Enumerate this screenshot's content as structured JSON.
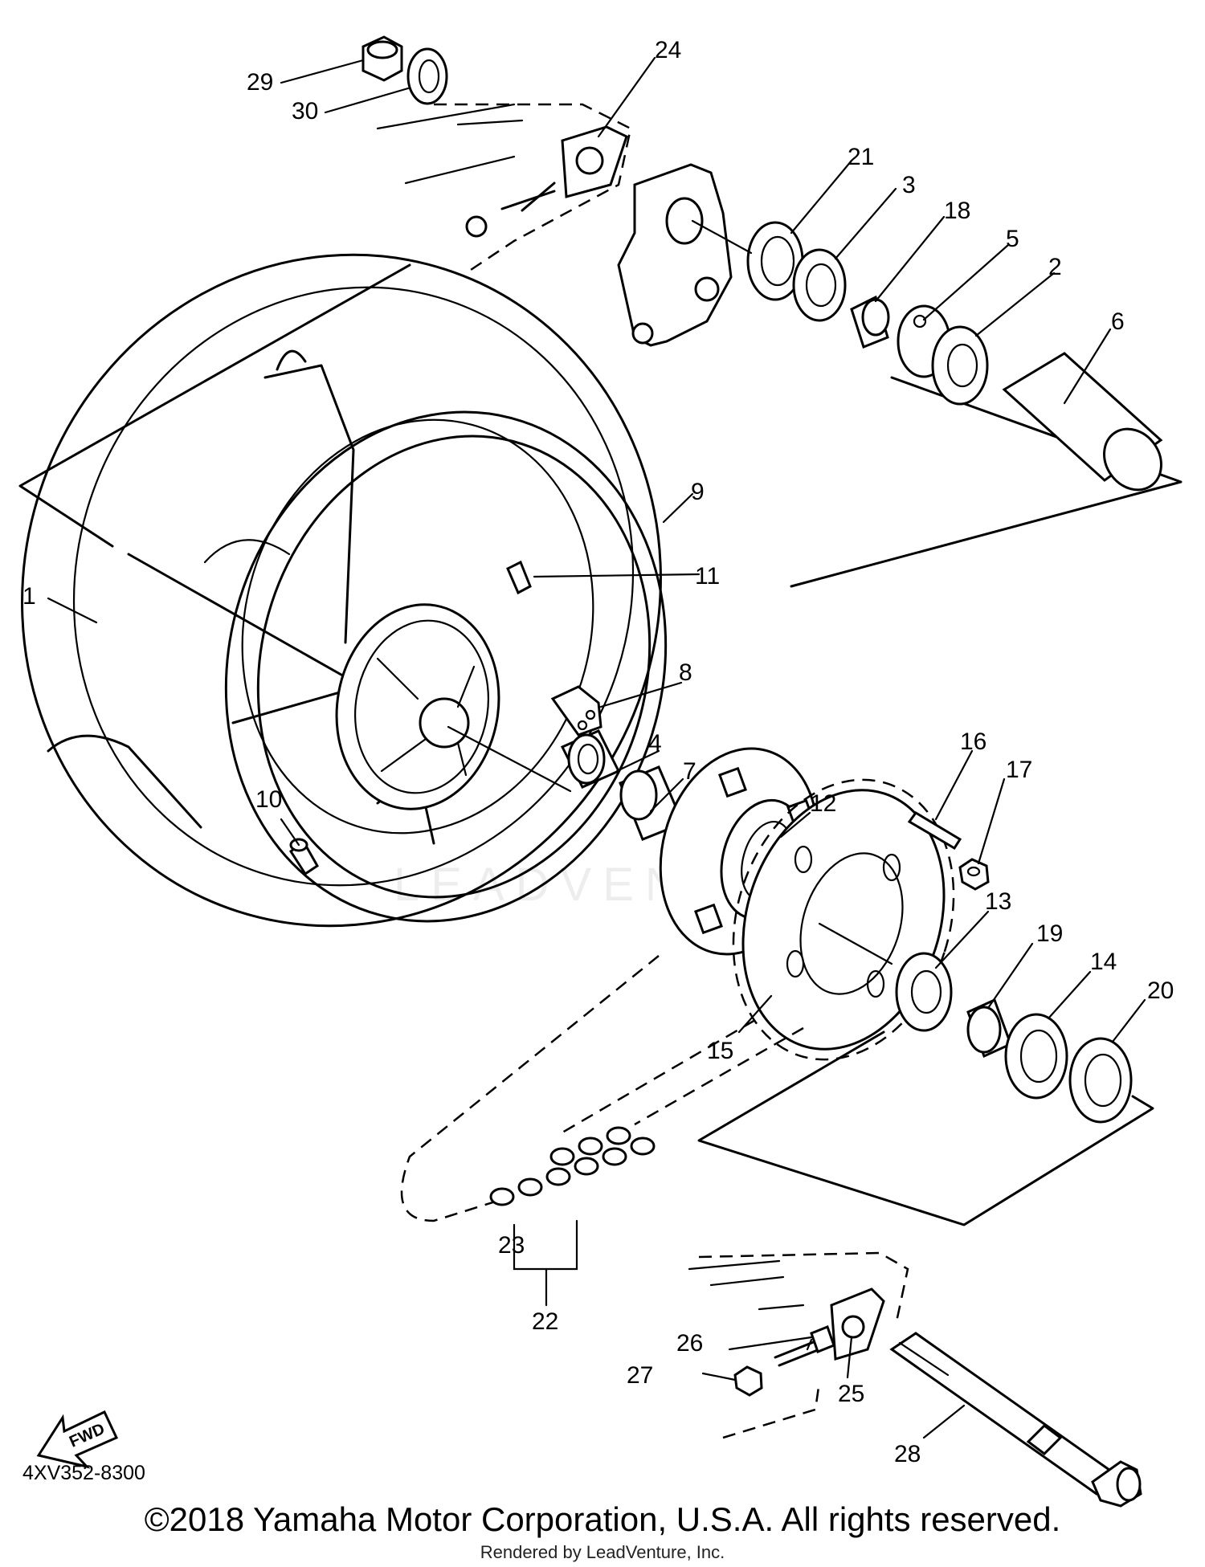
{
  "diagram": {
    "parts": [
      {
        "id": "1",
        "label": "1"
      },
      {
        "id": "2",
        "label": "2"
      },
      {
        "id": "3",
        "label": "3"
      },
      {
        "id": "4",
        "label": "4"
      },
      {
        "id": "5",
        "label": "5"
      },
      {
        "id": "6",
        "label": "6"
      },
      {
        "id": "7",
        "label": "7"
      },
      {
        "id": "8",
        "label": "8"
      },
      {
        "id": "9",
        "label": "9"
      },
      {
        "id": "10",
        "label": "10"
      },
      {
        "id": "11",
        "label": "11"
      },
      {
        "id": "12",
        "label": "12"
      },
      {
        "id": "13",
        "label": "13"
      },
      {
        "id": "14",
        "label": "14"
      },
      {
        "id": "15",
        "label": "15"
      },
      {
        "id": "16",
        "label": "16"
      },
      {
        "id": "17",
        "label": "17"
      },
      {
        "id": "18",
        "label": "18"
      },
      {
        "id": "19",
        "label": "19"
      },
      {
        "id": "20",
        "label": "20"
      },
      {
        "id": "21",
        "label": "21"
      },
      {
        "id": "22",
        "label": "22"
      },
      {
        "id": "23",
        "label": "23"
      },
      {
        "id": "24",
        "label": "24"
      },
      {
        "id": "25",
        "label": "25"
      },
      {
        "id": "26",
        "label": "26"
      },
      {
        "id": "27",
        "label": "27"
      },
      {
        "id": "28",
        "label": "28"
      },
      {
        "id": "29",
        "label": "29"
      },
      {
        "id": "30",
        "label": "30"
      }
    ],
    "fwd_label": "FWD",
    "document_code": "4XV352-8300",
    "copyright": "©2018 Yamaha Motor Corporation, U.S.A. All rights reserved.",
    "rendered_by": "Rendered by LeadVenture, Inc.",
    "watermark": "LEADVENTURE"
  }
}
